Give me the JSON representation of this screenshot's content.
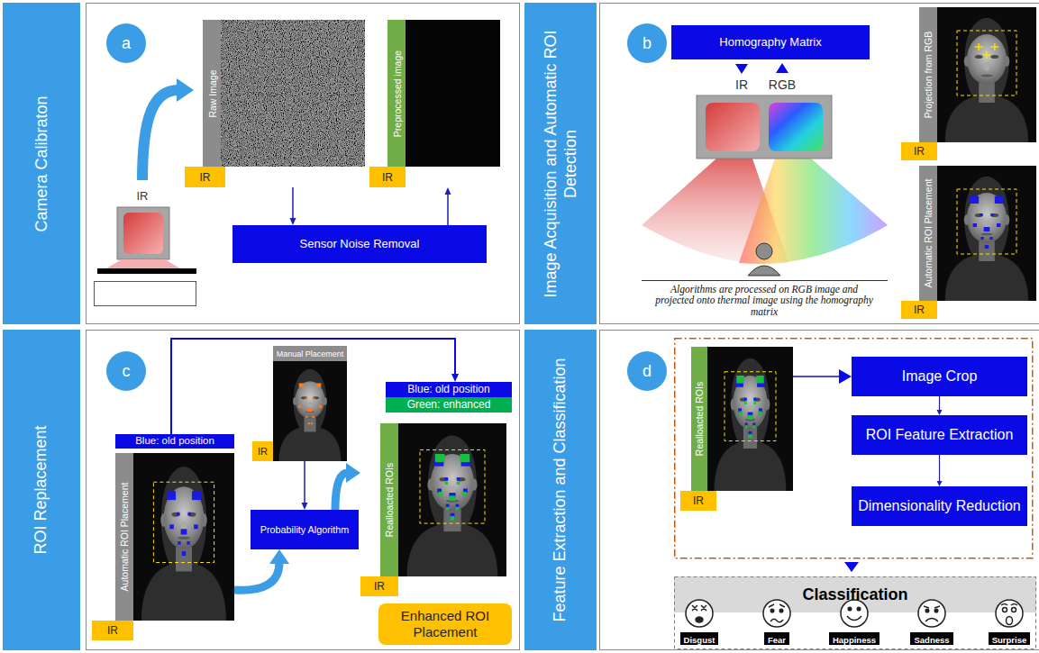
{
  "diagram": {
    "nodes": [
      {
        "text": [
          "Camera Calibraton"
        ]
      },
      {
        "text": [
          "a"
        ]
      },
      {
        "text": [
          "Raw Image"
        ]
      },
      {
        "text": [
          "IR"
        ],
        "in": 2
      },
      {
        "text": [
          "Preprocessed image"
        ]
      },
      {
        "text": [
          "IR"
        ],
        "in": 4
      },
      {
        "text": [
          "Sensor Noise Removal"
        ]
      },
      {
        "text": [
          "Image Acquisition and Automatic ROI Detection"
        ]
      },
      {
        "text": [
          "b"
        ]
      },
      {
        "text": [
          "Homography Matrix"
        ]
      },
      {
        "text": [
          "Projection from RGB"
        ]
      },
      {
        "text": [
          "IR"
        ],
        "in": 10
      },
      {
        "text": [
          "Automatic ROI Placement"
        ]
      },
      {
        "text": [
          "IR"
        ],
        "in": 12
      },
      {
        "text": [
          "ROI Replacement"
        ]
      },
      {
        "text": [
          "c"
        ]
      },
      {
        "text": [
          "Blue: old position"
        ]
      },
      {
        "text": [
          "Automatic ROI Placement"
        ]
      },
      {
        "text": [
          "IR"
        ],
        "in": 17
      },
      {
        "text": [
          "Manual Placement"
        ]
      },
      {
        "text": [
          "IR"
        ],
        "in": 19
      },
      {
        "text": [
          "Probability Algorithm"
        ]
      },
      {
        "text": [
          "Blue: old position"
        ]
      },
      {
        "text": [
          "Green: enhanced"
        ]
      },
      {
        "text": [
          "Realloacted ROIs"
        ]
      },
      {
        "text": [
          "IR"
        ],
        "in": 24
      },
      {
        "text": [
          "Enhanced ROI Placement"
        ]
      },
      {
        "text": [
          "Feature Extraction and Classification"
        ]
      },
      {
        "text": [
          "d"
        ]
      },
      {
        "text": [
          "Realloacted ROIs"
        ]
      },
      {
        "text": [
          "IR"
        ],
        "in": 29
      },
      {
        "text": [
          "Image Crop"
        ]
      },
      {
        "text": [
          "ROI Feature Extraction"
        ]
      },
      {
        "text": [
          "Dimensionality Reduction"
        ]
      },
      {
        "text": [
          "Classification"
        ]
      },
      {
        "text": [
          "Disgust"
        ],
        "in": 34
      },
      {
        "text": [
          "Fear"
        ],
        "in": 34
      },
      {
        "text": [
          "Happiness"
        ],
        "in": 34
      },
      {
        "text": [
          "Sadness"
        ],
        "in": 34
      },
      {
        "text": [
          "Surprise"
        ],
        "in": 34
      }
    ],
    "edges": [
      {
        "from": 2,
        "to": 6,
        "arrow": "to"
      },
      {
        "from": 6,
        "to": 4,
        "arrow": "to"
      },
      {
        "from": 16,
        "to": 22,
        "arrow": "to"
      },
      {
        "from": 19,
        "to": 21,
        "arrow": "to"
      },
      {
        "from": 17,
        "to": 21,
        "arrow": "to"
      },
      {
        "from": 21,
        "to": 24,
        "arrow": "to"
      },
      {
        "from": 29,
        "to": 31,
        "arrow": "to"
      },
      {
        "from": 31,
        "to": 32,
        "arrow": "to"
      },
      {
        "from": 32,
        "to": 33,
        "arrow": "to"
      }
    ],
    "labels": [
      "IR",
      "IR",
      "RGB",
      "Algorithms are processed on RGB image and projected onto thermal image using the homography matrix"
    ]
  }
}
